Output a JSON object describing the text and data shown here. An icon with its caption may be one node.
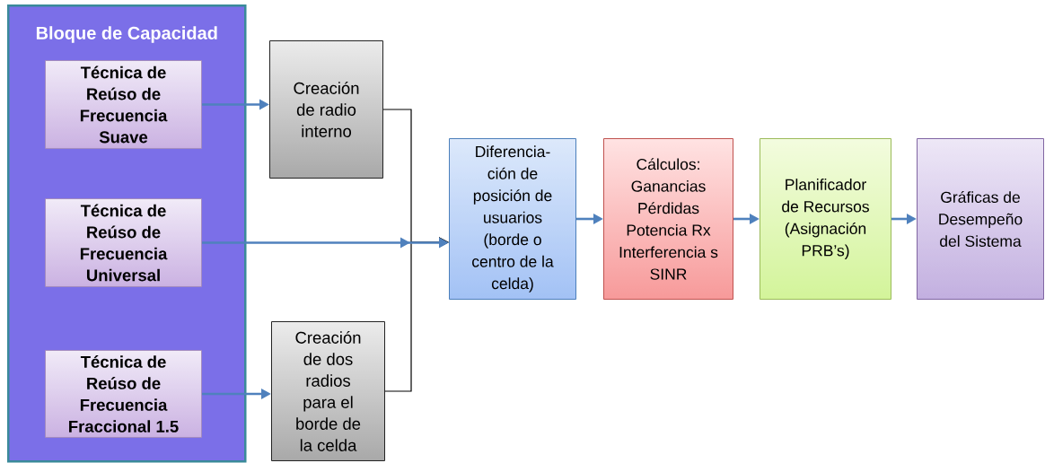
{
  "diagram": {
    "nodes": [
      {
        "text": [
          "Bloque de Capacidad"
        ]
      },
      {
        "text": [
          "Técnica de Reúso de Frecuencia Suave"
        ],
        "in": 0
      },
      {
        "text": [
          "Técnica de Reúso de Frecuencia Universal"
        ],
        "in": 0
      },
      {
        "text": [
          "Técnica de Reúso de Frecuencia Fraccional 1.5"
        ],
        "in": 0
      },
      {
        "text": [
          "Creación de radio interno"
        ]
      },
      {
        "text": [
          "Creación de dos radios para el borde de la celda"
        ]
      },
      {
        "text": [
          "Diferencia- ción de posición de usuarios (borde o centro de la celda)"
        ]
      },
      {
        "text": [
          "Cálculos: Ganancias Pérdidas Potencia Rx Interferencia s SINR"
        ]
      },
      {
        "text": [
          "Planificador de Recursos (Asignación PRB’s)"
        ]
      },
      {
        "text": [
          "Gráficas de Desempeño del Sistema"
        ]
      }
    ],
    "edges": [
      {
        "from": 1,
        "to": 4,
        "arrow": "to"
      },
      {
        "from": 3,
        "to": 5,
        "arrow": "to"
      },
      {
        "from": 2,
        "to": 6,
        "arrow": "to"
      },
      {
        "from": 4,
        "to": 6,
        "arrow": "to",
        "color": "#000000"
      },
      {
        "from": 5,
        "to": 6,
        "arrow": "to",
        "color": "#000000"
      },
      {
        "from": 6,
        "to": 7,
        "arrow": "to"
      },
      {
        "from": 7,
        "to": 8,
        "arrow": "to"
      },
      {
        "from": 8,
        "to": 9,
        "arrow": "to"
      }
    ]
  }
}
